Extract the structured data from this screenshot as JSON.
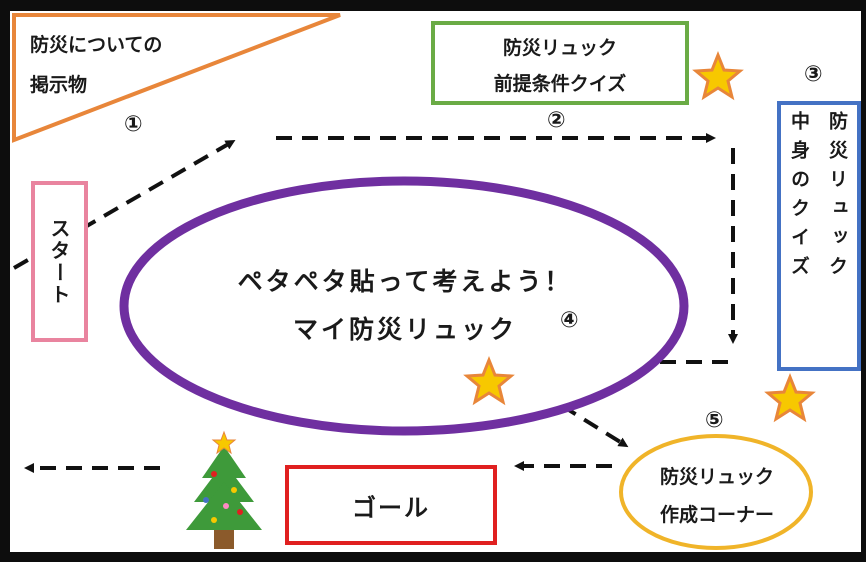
{
  "bulletin": {
    "line1": "防災についての",
    "line2": "掲示物"
  },
  "quiz": {
    "line1": "防災リュック",
    "line2": "前提条件クイズ"
  },
  "contents_quiz": {
    "col_right": "防災リュック",
    "col_left": "中身のクイズ"
  },
  "start": {
    "label": "スタート"
  },
  "center": {
    "line1": "ペタペタ貼って考えよう！",
    "line2": "マイ防災リュック"
  },
  "make_corner": {
    "line1": "防災リュック",
    "line2": "作成コーナー"
  },
  "goal": {
    "label": "ゴール"
  },
  "steps": {
    "s1": "①",
    "s2": "②",
    "s3": "③",
    "s4": "④",
    "s5": "⑤"
  },
  "colors": {
    "bulletin_border": "#e8863a",
    "quiz_border": "#6aab45",
    "contents_border": "#4472c4",
    "start_border": "#e9849f",
    "ellipse_border": "#6f2fa0",
    "make_border": "#f0b429",
    "goal_border": "#e02020",
    "star_fill": "#f7c800",
    "star_stroke": "#e8863a"
  },
  "icons": [
    "star-icon",
    "christmas-tree-icon",
    "dashed-arrow"
  ]
}
